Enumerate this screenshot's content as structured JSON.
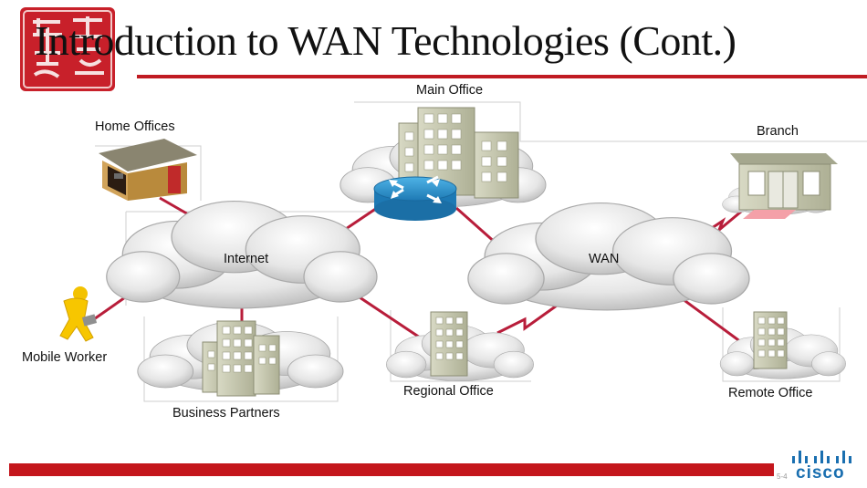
{
  "slide": {
    "title": "Introduction to WAN Technologies (Cont.)",
    "slide_number": "5-4",
    "brand": "cisco",
    "logo_text": "顾乾"
  },
  "diagram": {
    "nodes": {
      "main_office": "Main Office",
      "home_offices": "Home Offices",
      "branch": "Branch",
      "internet": "Internet",
      "wan": "WAN",
      "mobile_worker": "Mobile Worker",
      "business_partners": "Business Partners",
      "regional_office": "Regional Office",
      "remote_office": "Remote Office"
    }
  },
  "colors": {
    "accent_red": "#c4161c",
    "link": "#b81d3a",
    "router": "#2a8fc7",
    "cisco_blue": "#1a6fb0"
  }
}
